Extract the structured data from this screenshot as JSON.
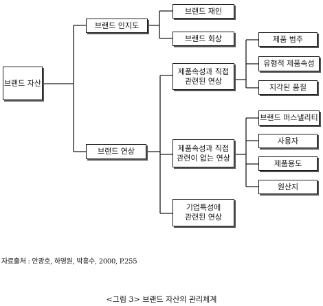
{
  "diagram": {
    "root": "브랜드 자산",
    "level1": {
      "awareness": "브랜드 인지도",
      "association": "브랜드 연상"
    },
    "awareness_children": [
      "브랜드 재인",
      "브랜드 회상"
    ],
    "association_children": {
      "product_related": "제품속성과 직접\n관련된 연상",
      "non_product_related": "제품속성과 직접\n관련이 없는 연상",
      "corporate": "기업특성에\n관련된 연상"
    },
    "product_related_children": [
      "제품 범주",
      "유형적 제품속성",
      "지각된 품질"
    ],
    "non_product_related_children": [
      "브랜드 퍼스낼리티",
      "사용자",
      "제품용도",
      "원산지"
    ]
  },
  "source": "자료출처 : 안광호, 하영원, 박흥수, 2000,   P.255",
  "caption": "<그림 3> 브랜드 자산의 관리체계"
}
